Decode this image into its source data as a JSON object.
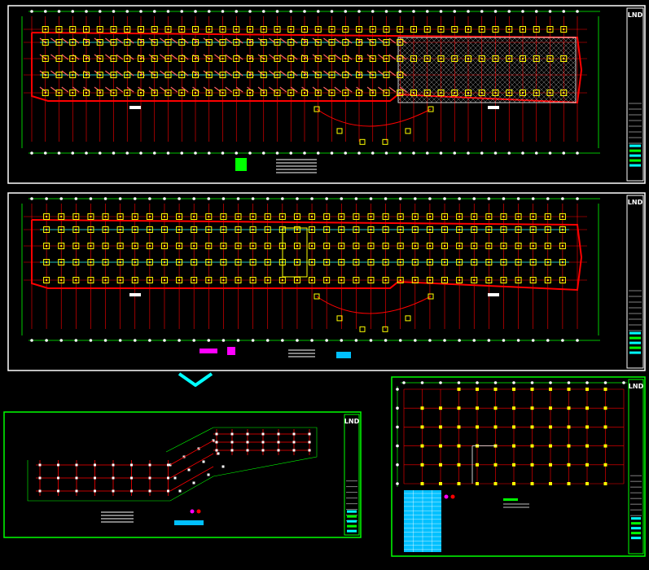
{
  "title_block_logo": "LND",
  "sheets": [
    {
      "id": "sheet-1",
      "border_color": "#ffffff",
      "title_border_color": "#ffffff",
      "grid_cols": 41
    },
    {
      "id": "sheet-2",
      "border_color": "#ffffff",
      "title_border_color": "#ffffff",
      "grid_cols": 38
    },
    {
      "id": "sheet-3",
      "border_color": "#00ff00",
      "title_border_color": "#00ff00"
    },
    {
      "id": "sheet-4",
      "border_color": "#00ff00",
      "title_border_color": "#00ff00",
      "grid_cols": 13,
      "grid_rows": 6
    }
  ],
  "colors": {
    "grid_red": "#ff0000",
    "column_yellow": "#ffff00",
    "dimension_green": "#00ff00",
    "axis_cyan": "#00ffff",
    "hatch_white": "#ffffff",
    "magenta": "#ff00ff",
    "table_blue": "#00c0ff",
    "selection_chevron": "#00ffff"
  }
}
